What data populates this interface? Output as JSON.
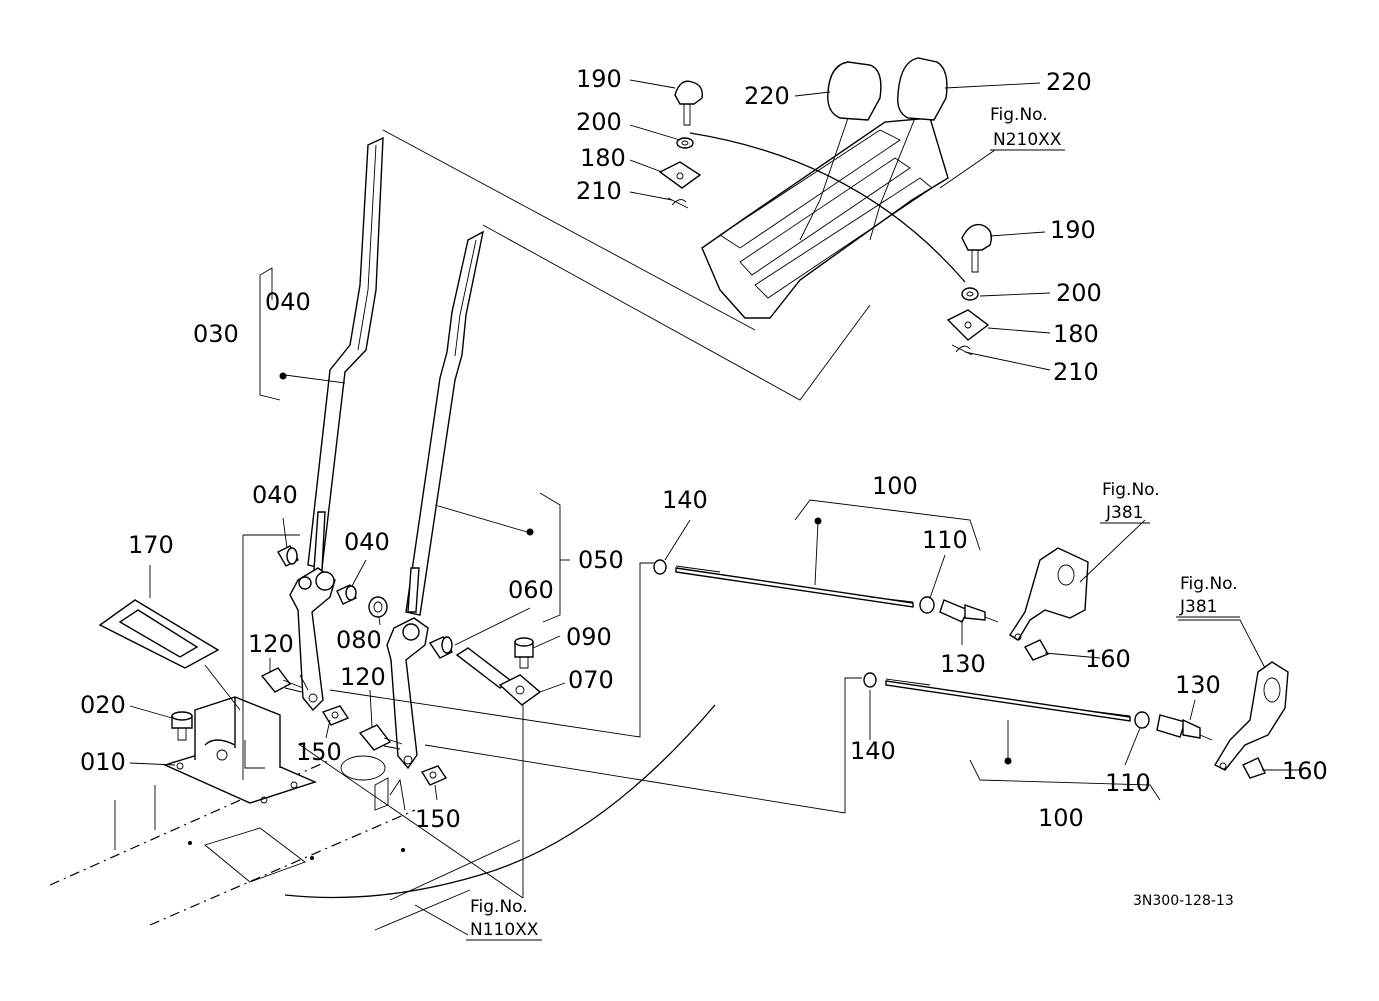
{
  "parts": {
    "p010": "010",
    "p020": "020",
    "p030": "030",
    "p040_a": "040",
    "p040_b": "040",
    "p040_c": "040",
    "p050": "050",
    "p060": "060",
    "p070": "070",
    "p080": "080",
    "p090": "090",
    "p100_a": "100",
    "p100_b": "100",
    "p110_a": "110",
    "p110_b": "110",
    "p120_a": "120",
    "p120_b": "120",
    "p130_a": "130",
    "p130_b": "130",
    "p140_a": "140",
    "p140_b": "140",
    "p150_a": "150",
    "p150_b": "150",
    "p160_a": "160",
    "p160_b": "160",
    "p170": "170",
    "p180_a": "180",
    "p180_b": "180",
    "p190_a": "190",
    "p190_b": "190",
    "p200_a": "200",
    "p200_b": "200",
    "p210_a": "210",
    "p210_b": "210",
    "p220_a": "220",
    "p220_b": "220"
  },
  "refs": {
    "fig_label": "Fig.No.",
    "n210": "N210XX",
    "n110": "N110XX",
    "j381_a": "J381",
    "j381_b": "J381"
  },
  "drawing_code": "3N300-128-13"
}
